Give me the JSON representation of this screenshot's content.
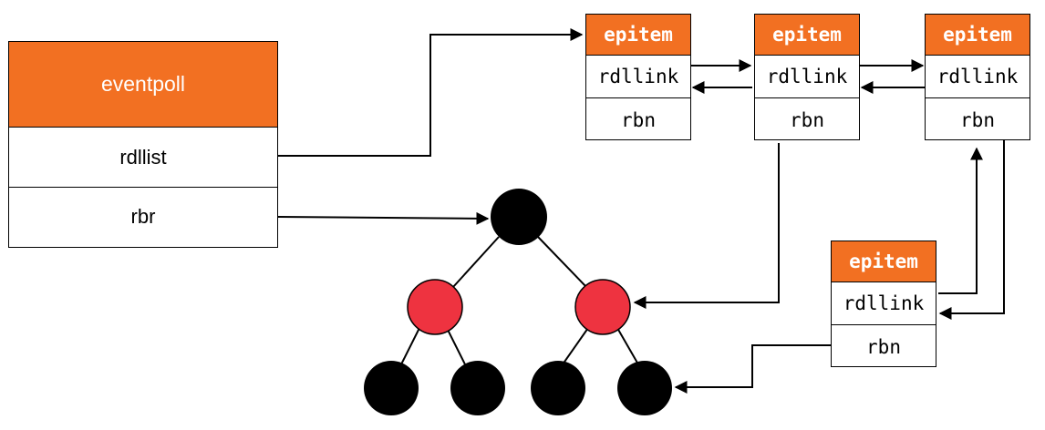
{
  "eventpoll": {
    "title": "eventpoll",
    "fields": [
      "rdllist",
      "rbr"
    ]
  },
  "epitems": [
    {
      "title": "epitem",
      "fields": [
        "rdllink",
        "rbn"
      ]
    },
    {
      "title": "epitem",
      "fields": [
        "rdllink",
        "rbn"
      ]
    },
    {
      "title": "epitem",
      "fields": [
        "rdllink",
        "rbn"
      ]
    },
    {
      "title": "epitem",
      "fields": [
        "rdllink",
        "rbn"
      ]
    }
  ],
  "tree": {
    "nodes": [
      {
        "level": 0,
        "color": "black"
      },
      {
        "level": 1,
        "color": "red"
      },
      {
        "level": 1,
        "color": "red"
      },
      {
        "level": 2,
        "color": "black"
      },
      {
        "level": 2,
        "color": "black"
      },
      {
        "level": 2,
        "color": "black"
      },
      {
        "level": 2,
        "color": "black"
      }
    ]
  },
  "colors": {
    "header": "#f27022",
    "red_node": "#ee3340",
    "black_node": "#000000",
    "line": "#000000"
  }
}
